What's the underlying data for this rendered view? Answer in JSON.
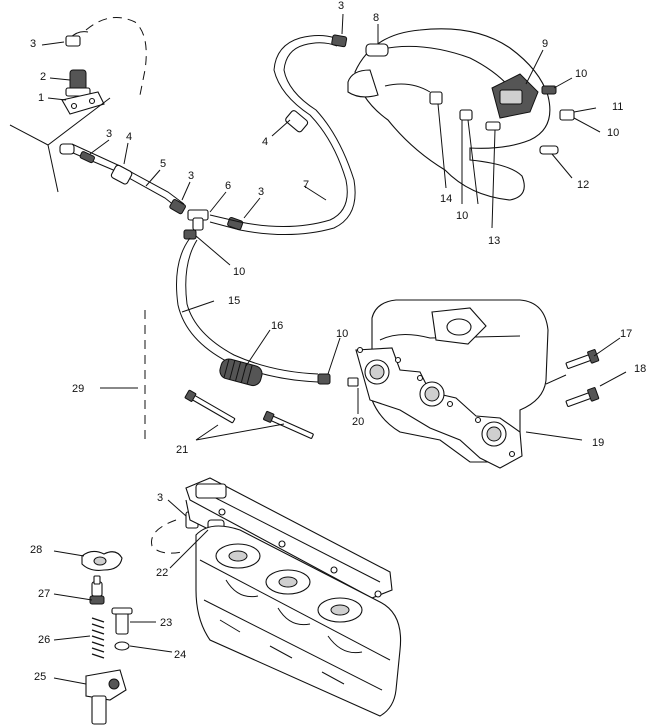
{
  "diagram": {
    "callouts": {
      "c1": "1",
      "c2": "2",
      "c3a": "3",
      "c3b": "3",
      "c3c": "3",
      "c3d": "3",
      "c3e": "3",
      "c3f": "3",
      "c4a": "4",
      "c4b": "4",
      "c5": "5",
      "c6": "6",
      "c7": "7",
      "c8": "8",
      "c9": "9",
      "c10a": "10",
      "c10b": "10",
      "c10c": "10",
      "c10d": "10",
      "c10e": "10",
      "c11": "11",
      "c12": "12",
      "c13": "13",
      "c14": "14",
      "c15": "15",
      "c16": "16",
      "c17": "17",
      "c18": "18",
      "c19": "19",
      "c20": "20",
      "c21": "21",
      "c22": "22",
      "c23": "23",
      "c24": "24",
      "c25": "25",
      "c26": "26",
      "c27": "27",
      "c28": "28",
      "c29": "29"
    }
  }
}
